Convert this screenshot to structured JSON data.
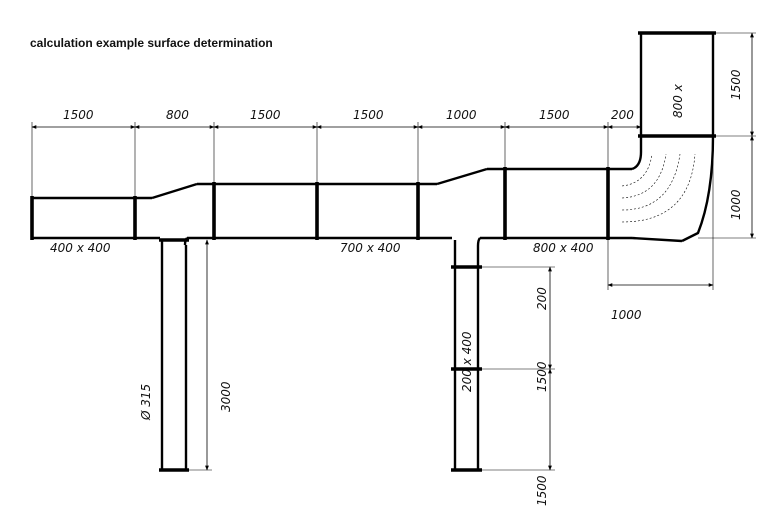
{
  "title": "calculation example surface determination",
  "labels": {
    "top_1500_a": "1500",
    "top_800": "800",
    "top_1500_b": "1500",
    "top_1500_c": "1500",
    "top_1000": "1000",
    "top_1500_d": "1500",
    "top_200": "200",
    "right_1500": "1500",
    "right_1000": "1000",
    "box_800x": "800 x",
    "size_400x400": "400 x 400",
    "size_700x400": "700 x 400",
    "size_800x400": "800 x 400",
    "diameter_315": "Ø 315",
    "length_3000": "3000",
    "branch_200x400": "200 x 400",
    "branch_200": "200",
    "branch_1500_a": "1500",
    "branch_1500_b": "1500",
    "bottom_1000": "1000"
  }
}
